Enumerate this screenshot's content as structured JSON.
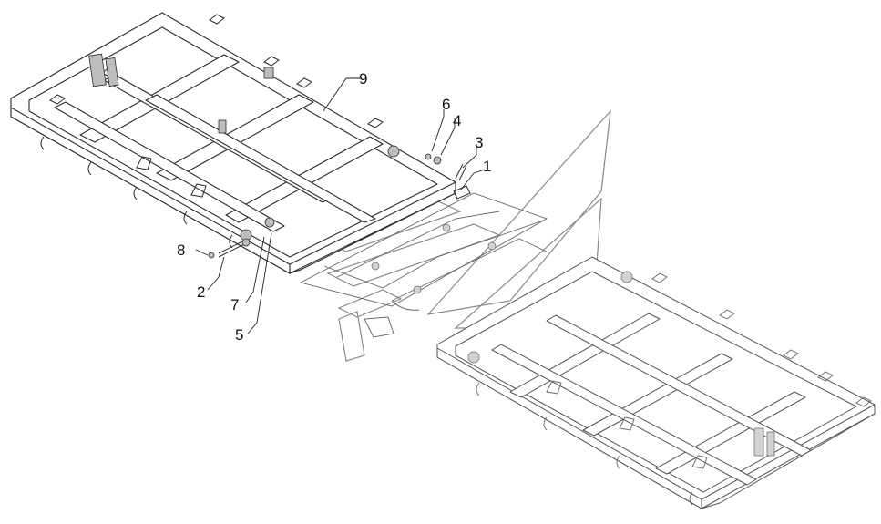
{
  "diagram": {
    "callouts": [
      {
        "id": "c1",
        "label": "1"
      },
      {
        "id": "c2",
        "label": "2"
      },
      {
        "id": "c3",
        "label": "3"
      },
      {
        "id": "c4",
        "label": "4"
      },
      {
        "id": "c5",
        "label": "5"
      },
      {
        "id": "c6",
        "label": "6"
      },
      {
        "id": "c7",
        "label": "7"
      },
      {
        "id": "c8",
        "label": "8"
      },
      {
        "id": "c9",
        "label": "9"
      }
    ]
  }
}
